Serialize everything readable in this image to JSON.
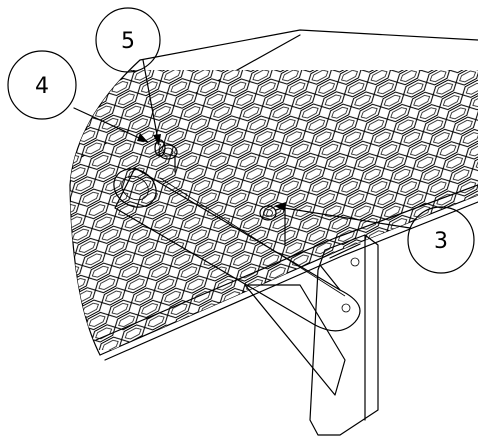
{
  "callouts": [
    {
      "id": "callout-3",
      "label": "3"
    },
    {
      "id": "callout-4",
      "label": "4"
    },
    {
      "id": "callout-5",
      "label": "5"
    }
  ]
}
